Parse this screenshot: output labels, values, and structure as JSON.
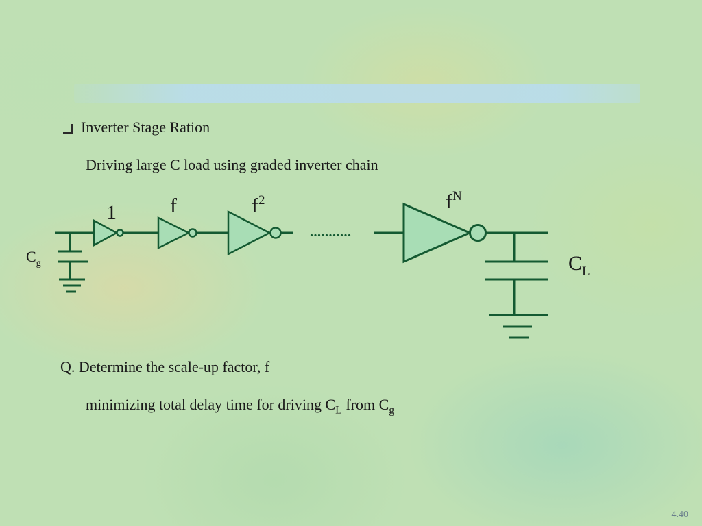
{
  "slide": {
    "bullet_heading": "Inverter Stage Ration",
    "subtitle": "Driving large C load using graded inverter chain",
    "question_line1": "Q. Determine the scale-up factor, f",
    "question_line2_pre": "minimizing total delay time for driving C",
    "question_line2_sub1": "L",
    "question_line2_mid": " from C",
    "question_line2_sub2": "g",
    "slide_number": "4.40"
  },
  "diagram": {
    "stage1_label": "1",
    "stage2_label": "f",
    "stage3_label_base": "f",
    "stage3_label_sup": "2",
    "stageN_label_base": "f",
    "stageN_label_sup": "N",
    "input_cap_base": "C",
    "input_cap_sub": "g",
    "load_cap_base": "C",
    "load_cap_sub": "L",
    "ellipsis": "...........",
    "fill_color": "#a8ddb5",
    "stroke_color": "#145a32"
  }
}
